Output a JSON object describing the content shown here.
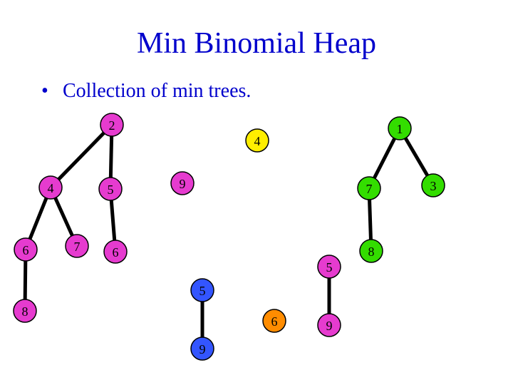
{
  "title": "Min Binomial Heap",
  "bullet": {
    "marker": "•",
    "text": "Collection of min trees."
  },
  "colors": {
    "text": "#0000cc",
    "pink": "#e63bcf",
    "green": "#33dd00",
    "yellow": "#ffee00",
    "orange": "#ff8c00",
    "blue": "#3355ff",
    "edge": "#000000"
  },
  "nodes": [
    {
      "id": "t1-2",
      "label": "2",
      "color": "pink"
    },
    {
      "id": "t1-4",
      "label": "4",
      "color": "pink"
    },
    {
      "id": "t1-5",
      "label": "5",
      "color": "pink"
    },
    {
      "id": "t1-6",
      "label": "6",
      "color": "pink"
    },
    {
      "id": "t1-7",
      "label": "7",
      "color": "pink"
    },
    {
      "id": "t1-8",
      "label": "8",
      "color": "pink"
    },
    {
      "id": "t1-6b",
      "label": "6",
      "color": "pink"
    },
    {
      "id": "t2-1",
      "label": "1",
      "color": "green"
    },
    {
      "id": "t2-3",
      "label": "3",
      "color": "green"
    },
    {
      "id": "t2-7",
      "label": "7",
      "color": "green"
    },
    {
      "id": "t2-8",
      "label": "8",
      "color": "green"
    },
    {
      "id": "t3-4",
      "label": "4",
      "color": "yellow"
    },
    {
      "id": "t4-9",
      "label": "9",
      "color": "pink"
    },
    {
      "id": "t5-5",
      "label": "5",
      "color": "pink"
    },
    {
      "id": "t5-9",
      "label": "9",
      "color": "pink"
    },
    {
      "id": "t6-6",
      "label": "6",
      "color": "orange"
    },
    {
      "id": "t7-5",
      "label": "5",
      "color": "blue"
    },
    {
      "id": "t7-9",
      "label": "9",
      "color": "blue"
    }
  ],
  "edges": [
    [
      "t1-2",
      "t1-4"
    ],
    [
      "t1-2",
      "t1-5"
    ],
    [
      "t1-4",
      "t1-6"
    ],
    [
      "t1-4",
      "t1-7"
    ],
    [
      "t1-6",
      "t1-8"
    ],
    [
      "t1-5",
      "t1-6b"
    ],
    [
      "t2-1",
      "t2-7"
    ],
    [
      "t2-1",
      "t2-3"
    ],
    [
      "t2-7",
      "t2-8"
    ],
    [
      "t5-5",
      "t5-9"
    ],
    [
      "t7-5",
      "t7-9"
    ]
  ]
}
